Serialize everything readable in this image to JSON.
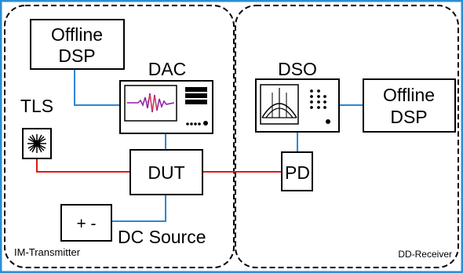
{
  "colors": {
    "frame": "#2a8fd6",
    "ink": "#000000",
    "paper": "#ffffff",
    "fiber": "#e01818",
    "electrical": "#2f86d6",
    "waveform": "#8a1fa8",
    "waveform_inner": "#e83a3a"
  },
  "sections": {
    "transmitter": {
      "label": "IM-Transmitter"
    },
    "receiver": {
      "label": "DD-Receiver"
    }
  },
  "blocks": {
    "offline_dsp_tx": {
      "label_line1": "Offline",
      "label_line2": "DSP"
    },
    "dac": {
      "label": "DAC",
      "icon": "signal-generator-icon"
    },
    "tls": {
      "label": "TLS",
      "icon": "laser-source-icon"
    },
    "dut": {
      "label": "DUT"
    },
    "dc_source": {
      "label": "DC Source",
      "symbol": "+ -"
    },
    "dso": {
      "label": "DSO",
      "icon": "oscilloscope-icon"
    },
    "pd": {
      "label": "PD"
    },
    "offline_dsp_rx": {
      "label_line1": "Offline",
      "label_line2": "DSP"
    }
  }
}
